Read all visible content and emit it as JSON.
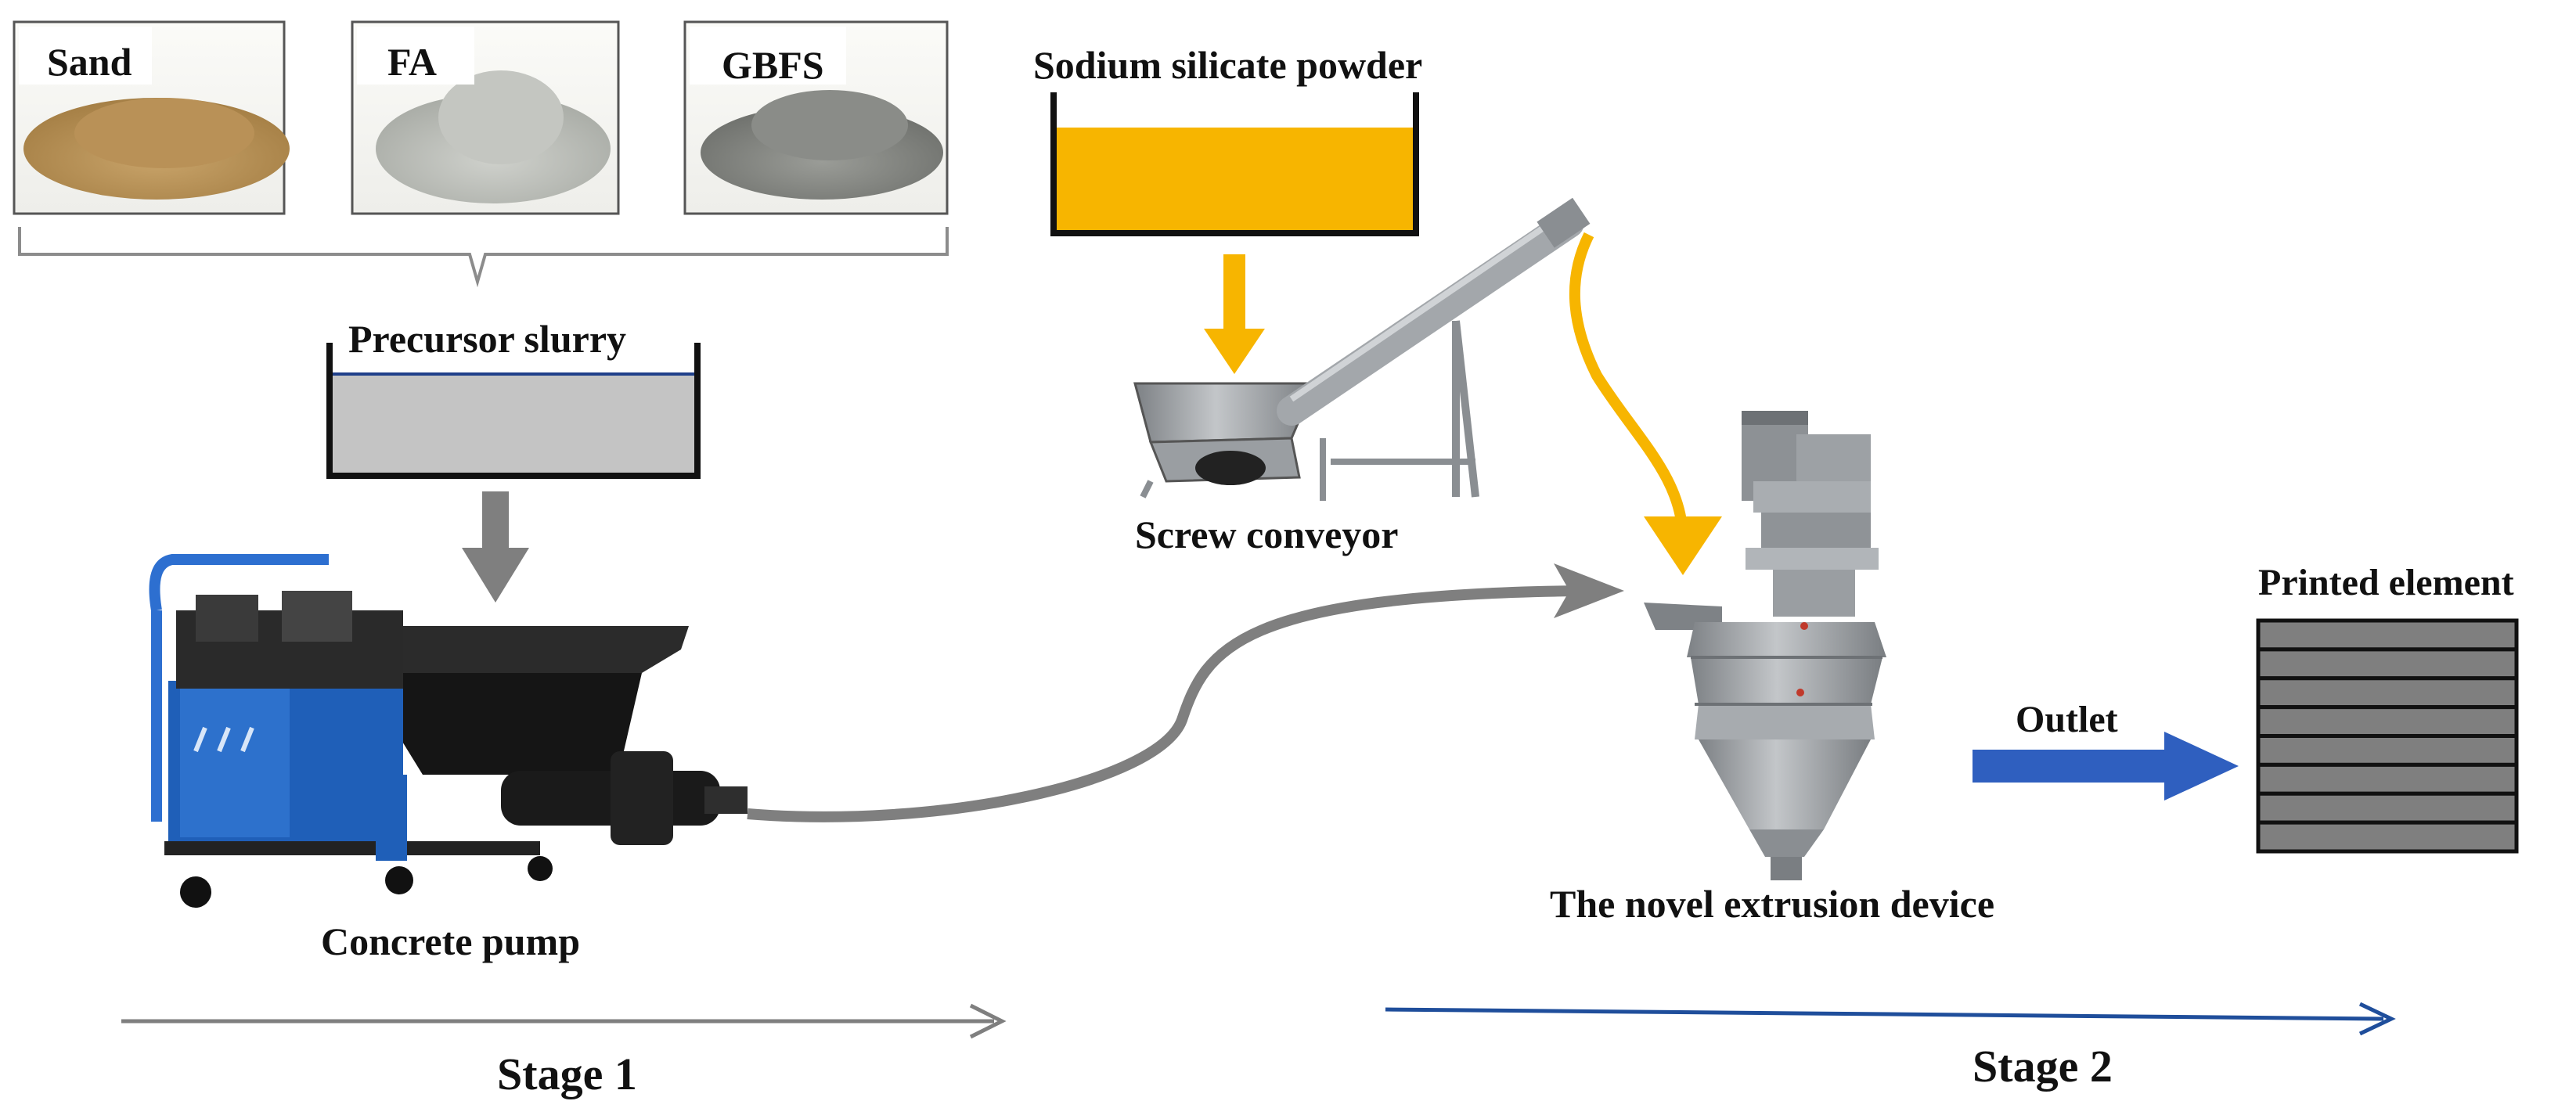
{
  "materials": {
    "sand": "Sand",
    "fa": "FA",
    "gbfs": "GBFS"
  },
  "labels": {
    "precursor_slurry": "Precursor slurry",
    "sodium_silicate_powder": "Sodium silicate powder",
    "screw_conveyor": "Screw conveyor",
    "concrete_pump": "Concrete pump",
    "extrusion_device": "The novel extrusion device",
    "printed_element": "Printed element",
    "outlet": "Outlet",
    "stage1": "Stage 1",
    "stage2": "Stage 2"
  },
  "colors": {
    "powder": "#f7b500",
    "slurry": "#c4c4c4",
    "stage1_arrow": "#7f7f7f",
    "stage2_arrow": "#1f4e9b",
    "pump_body": "#1f5fb8",
    "printed_layer": "#7f7f7f",
    "device_body": "#9fa3a6"
  },
  "printed_element_layers": 8
}
